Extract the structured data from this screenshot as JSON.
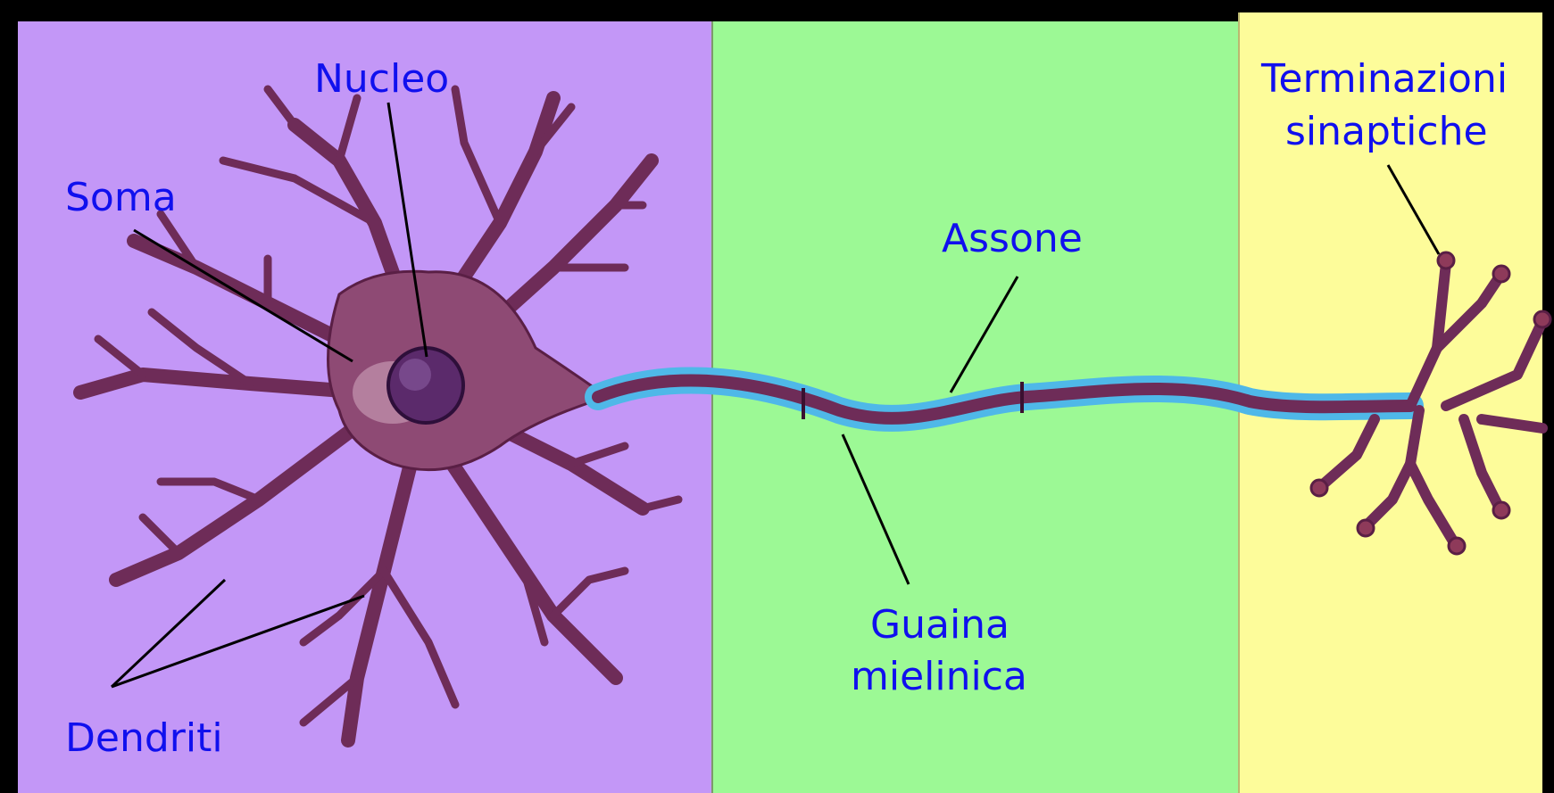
{
  "diagram": {
    "colors": {
      "frame": "#000000",
      "soma_zone": "#c397f7",
      "axon_zone": "#9cf995",
      "terminal_zone": "#fdfc9a",
      "cell_body": "#8e4a74",
      "cell_dark": "#5a1f45",
      "myelin": "#4fb8e8",
      "label_text": "#1010ee",
      "pointer_line": "#000000"
    },
    "labels": {
      "nucleo": "Nucleo",
      "soma": "Soma",
      "assone": "Assone",
      "terminazioni_1": "Terminazioni",
      "terminazioni_2": "sinaptiche",
      "guaina_1": "Guaina",
      "guaina_2": "mielinica",
      "dendriti": "Dendriti"
    }
  }
}
